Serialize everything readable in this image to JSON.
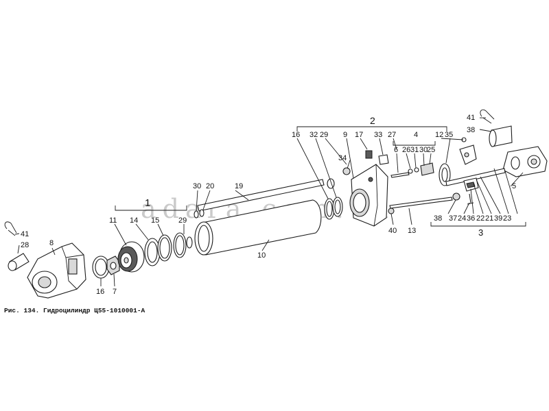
{
  "caption": "Рис. 134. Гидроцилиндр Ц55-1010001-А",
  "watermark": "adara.com.ua",
  "callouts": {
    "c41a": "41",
    "c38a": "38",
    "c2": "2",
    "c16a": "16",
    "c32": "32",
    "c29a": "29",
    "c9": "9",
    "c17": "17",
    "c33": "33",
    "c27": "27",
    "c4": "4",
    "c12": "12",
    "c35": "35",
    "c34": "34",
    "c6": "6",
    "c26": "26",
    "c31": "31",
    "c30a": "30",
    "c25": "25",
    "c30b": "30",
    "c20": "20",
    "c19": "19",
    "c5": "5",
    "c1": "1",
    "c11": "11",
    "c14": "14",
    "c15": "15",
    "c29b": "29",
    "c10": "10",
    "c40": "40",
    "c13": "13",
    "c38b": "38",
    "c37": "37",
    "c24": "24",
    "c36": "36",
    "c22": "22",
    "c21": "21",
    "c39": "39",
    "c23": "23",
    "c3": "3",
    "c41b": "41",
    "c28": "28",
    "c8": "8",
    "c16b": "16",
    "c7": "7"
  }
}
